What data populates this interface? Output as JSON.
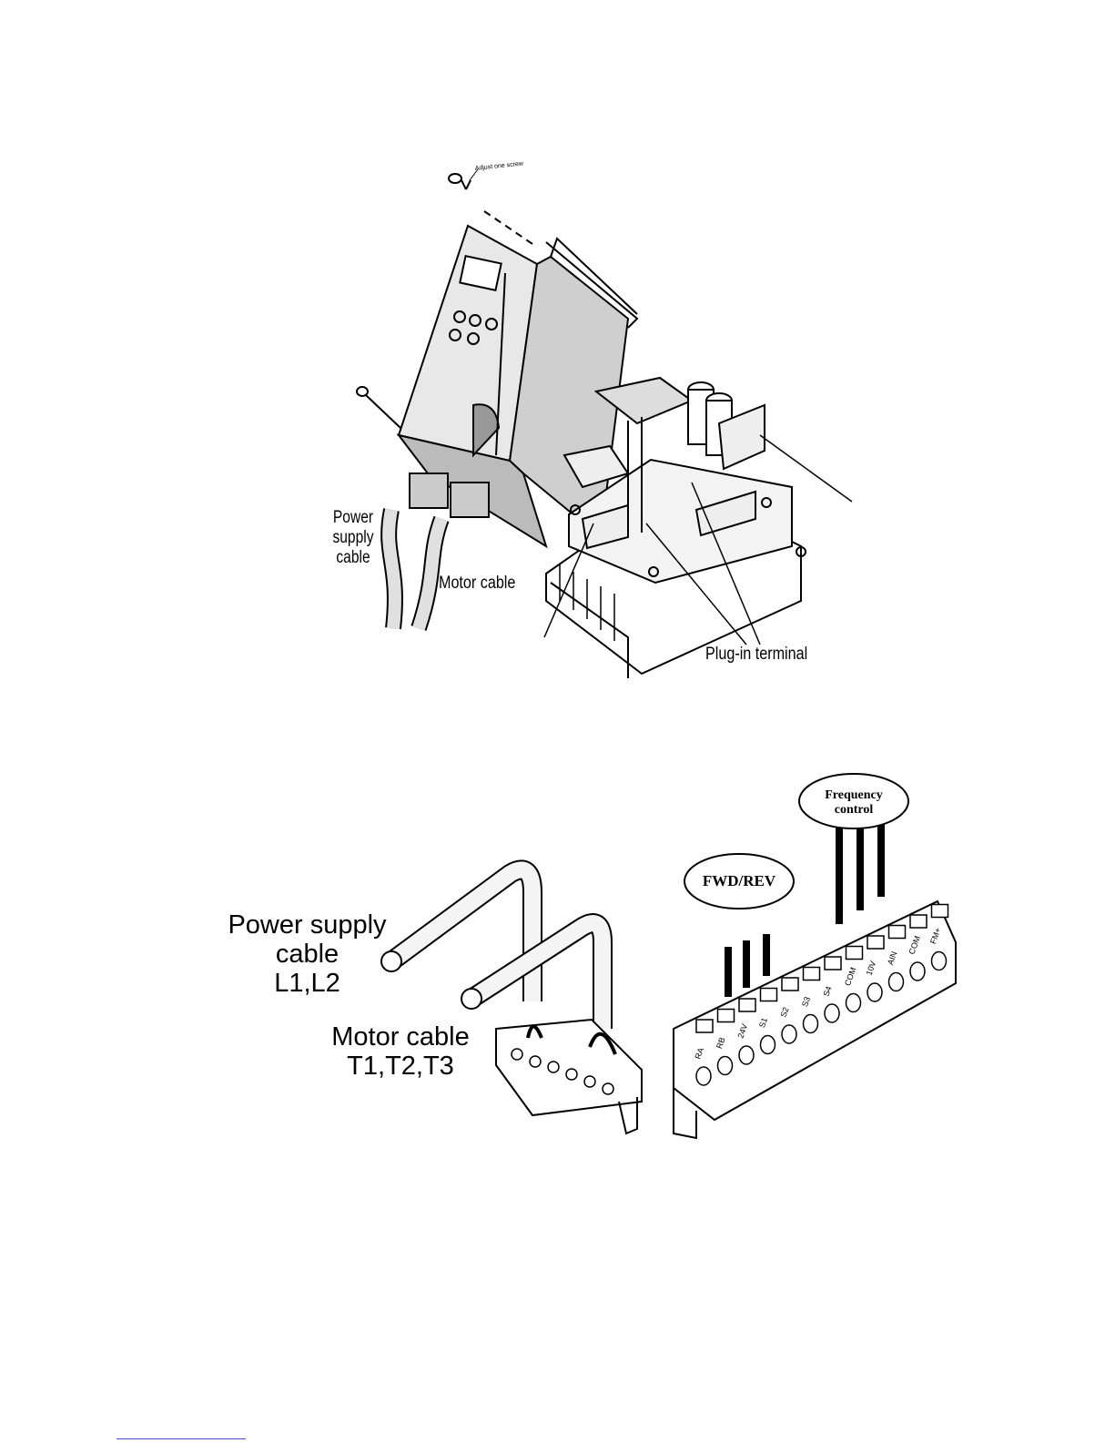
{
  "top_figure": {
    "screw_note": "Adjust one screw",
    "power_supply_cable": "Power\nsupply\ncable",
    "motor_cable": "Motor cable",
    "plug_in_terminal": "Plug-in terminal"
  },
  "bottom_figure": {
    "power_supply_cable": "Power supply\ncable\nL1,L2",
    "motor_cable": "Motor cable\nT1,T2,T3",
    "fwd_rev": "FWD/REV",
    "frequency_control": "Frequency\ncontrol",
    "terminals": [
      "RA",
      "RB",
      "24V",
      "S1",
      "S2",
      "S3",
      "S4",
      "COM",
      "10V",
      "AIN",
      "COM",
      "FM+"
    ]
  }
}
